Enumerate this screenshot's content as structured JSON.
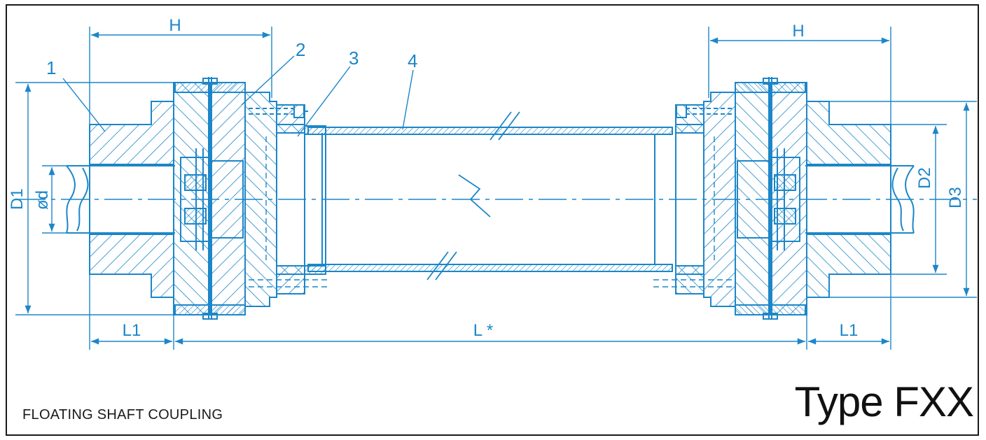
{
  "labels": {
    "h_left": "H",
    "h_right": "H",
    "part1": "1",
    "part2": "2",
    "part3": "3",
    "part4": "4",
    "d1": "D1",
    "phi_d": "ød",
    "d2": "D2",
    "d3": "D3",
    "l1_left": "L1",
    "l_star": "L *",
    "l1_right": "L1"
  },
  "caption": "FLOATING SHAFT COUPLING",
  "type_label": "Type FXX",
  "colors": {
    "line": "#1c86c8",
    "frame": "#1a1a1a"
  }
}
